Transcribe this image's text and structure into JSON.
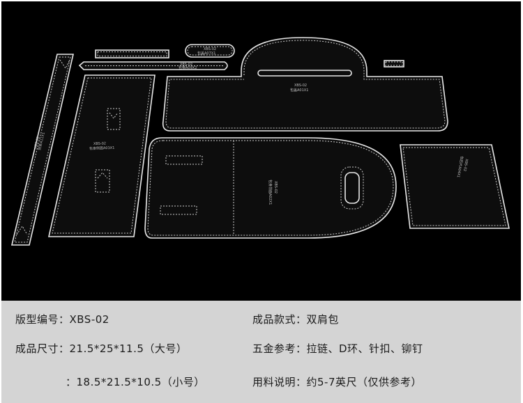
{
  "specs": {
    "pattern_no": "版型编号：XBS-02",
    "style": "成品款式：双肩包",
    "size_large": "成品尺寸：21.5*25*11.5（大号）",
    "hardware": "五金参考：拉链、D环、针扣、铆钉",
    "size_small": "：18.5*21.5*10.5（小号）",
    "material": "用料说明：约5-7英尺（仅供参考）"
  },
  "piece_labels": {
    "top_label": "XBS-02",
    "top_part": "包盖A01X1",
    "small_label": "XBS-02",
    "small_part": "包盖A07X1",
    "strap_label": "XBS-02",
    "strap_part": "包带A09X2",
    "long_strap_label": "XBS-02",
    "long_strap_part": "侧条A11X1",
    "panel_label": "XBS-02",
    "panel_part": "包身侧面A03X1",
    "body_label": "XBS-02",
    "body_part": "包身前面A02X1",
    "back_label": "XBS-02",
    "back_part": "包后片A04X1"
  }
}
